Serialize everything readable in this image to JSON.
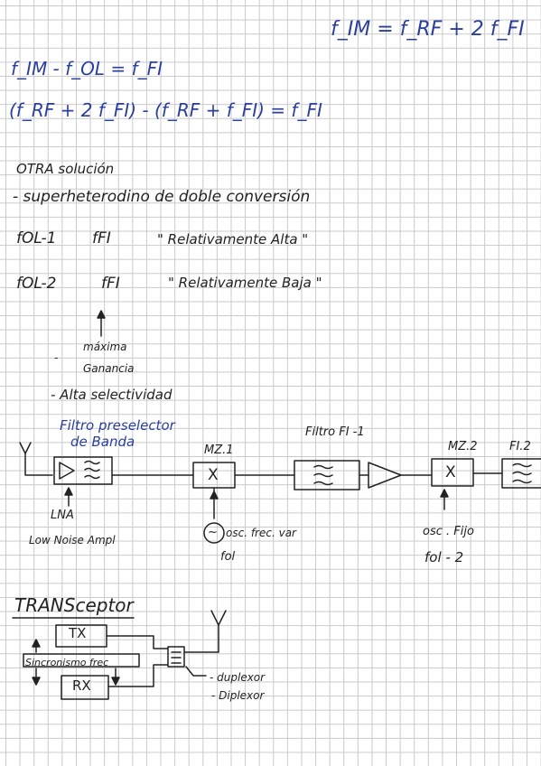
{
  "equations": {
    "eq1": "f_IM = f_RF + 2 f_FI",
    "eq2": "f_IM - f_OL = f_FI",
    "eq3": "(f_RF + 2 f_FI) - (f_RF + f_FI) = f_FI"
  },
  "notes": {
    "otra": "OTRA solución",
    "superhet": "- superheterodino de doble conversión",
    "fol1": "fOL-1",
    "ffi1": "fFI",
    "alta": "\" Relativamente Alta \"",
    "fol2": "fOL-2",
    "ffi2": "fFI",
    "baja": "\" Relativamente Baja \"",
    "maxima": "máxima",
    "ganancia": "Ganancia",
    "dash_gan": "-",
    "alta_sel": "- Alta selectividad"
  },
  "receiver": {
    "filtro_pre_l1": "Filtro preselector",
    "filtro_pre_l2": "de Banda",
    "mz1": "MZ.1",
    "filtro_fi1": "Filtro FI -1",
    "mz2": "MZ.2",
    "fi2": "FI.2",
    "lna": "LNA",
    "lna_desc": "Low Noise Ampl",
    "osc_var": "osc. frec. var",
    "fol": "fol",
    "osc_fijo": "osc . Fijo",
    "fol2": "fol - 2",
    "mixer_symbol": "X",
    "osc_symbol": "~"
  },
  "transceptor": {
    "title": "TRANSceptor",
    "tx": "TX",
    "rx": "RX",
    "sincr": "Sincronismo frec",
    "duplexor": "- duplexor",
    "diplexor": "- Diplexor"
  },
  "colors": {
    "ink_blue": "#2a3f9e",
    "ink_dark": "#222222"
  }
}
